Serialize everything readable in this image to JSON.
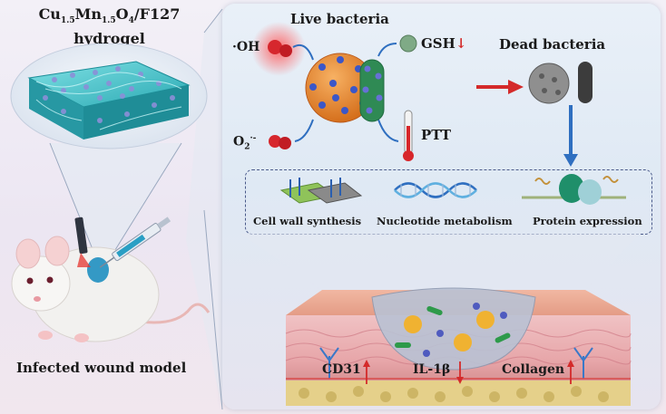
{
  "hydrogel": {
    "formula_parts": [
      "Cu",
      "1.5",
      "Mn",
      "1.5",
      "O",
      "4",
      "/F127"
    ],
    "caption": "hydrogel"
  },
  "mouse_caption": "Infected wound model",
  "mechanism": {
    "live_label": "Live bacteria",
    "dead_label": "Dead bacteria",
    "oh_label": "·OH",
    "o2_label": "O",
    "o2_sub": "2",
    "o2_sup": "·-",
    "gsh_label": "GSH",
    "ptt_label": "PTT"
  },
  "pathways": [
    {
      "label": "Cell wall synthesis"
    },
    {
      "label": "Nucleotide metabolism"
    },
    {
      "label": "Protein expression"
    }
  ],
  "markers": [
    {
      "label": "CD31",
      "direction": "up"
    },
    {
      "label": "IL-1β",
      "direction": "down"
    },
    {
      "label": "Collagen",
      "direction": "up"
    }
  ],
  "colors": {
    "arrow_red": "#d42a2a",
    "arrow_blue": "#2f6fc0",
    "hydrogel": "#3fc3c9",
    "skin": "#e9a48f"
  }
}
